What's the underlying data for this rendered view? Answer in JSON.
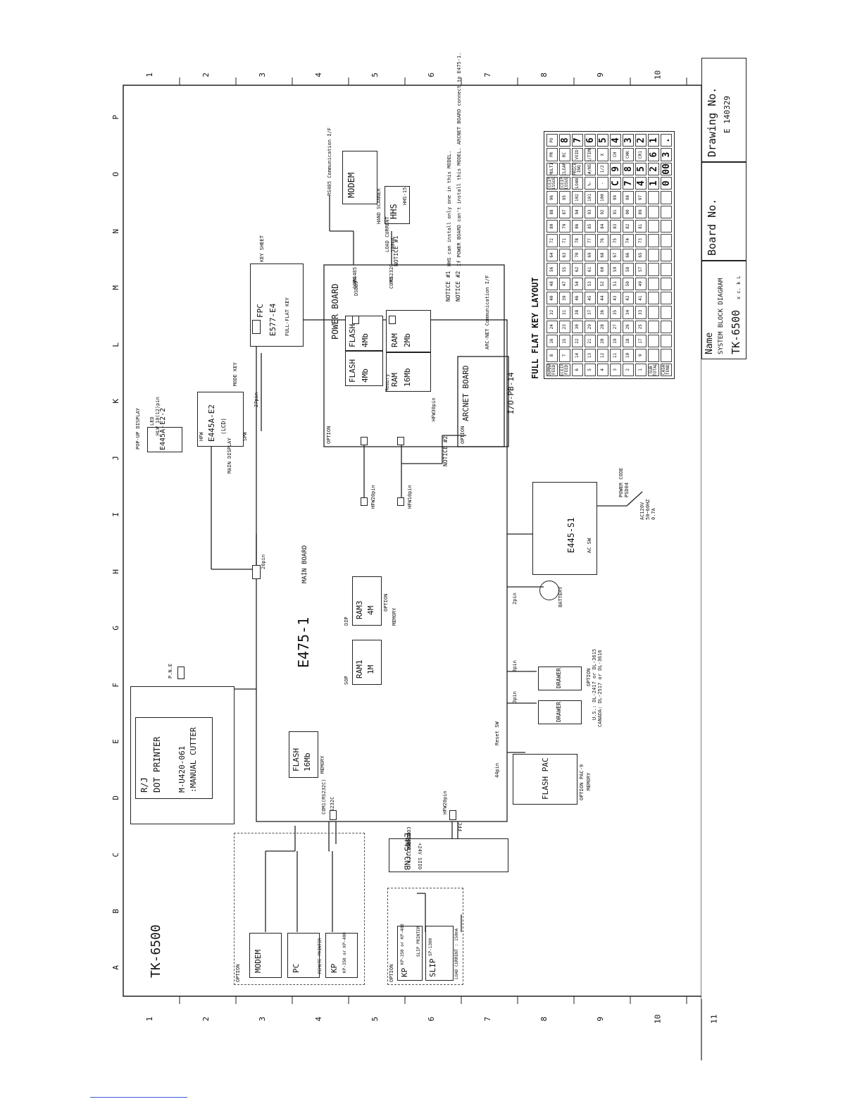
{
  "title_block": {
    "model": "TK-6500",
    "drawing_no_label": "Drawing No.",
    "drawing_no": "E 140329",
    "board_no_label": "Board No.",
    "name_label": "Name",
    "name_value": "SYSTEM BLOCK DIAGRAM",
    "name_model": "TK-6500",
    "name_suffix": "x c. k L"
  },
  "grid": {
    "columns": [
      "1",
      "2",
      "3",
      "4",
      "5",
      "6",
      "7",
      "8",
      "9",
      "10",
      "11"
    ],
    "rows": [
      "A",
      "B",
      "C",
      "D",
      "E",
      "F",
      "G",
      "H",
      "I",
      "J",
      "K",
      "L",
      "M",
      "N",
      "O",
      "P"
    ]
  },
  "notes": {
    "n1_label": "NOTICE #1",
    "n1_text": "HHS can install only one in this MODEL.",
    "n2_label": "NOTICE #2",
    "n2_text": "If POWER BOARD can't install this MODEL. ARCNET BOARD connect to E475-1."
  },
  "blocks": {
    "main_board": "E475-1",
    "main_board_sub": "MAIN BOARD",
    "power_board": "POWER BOARD",
    "arcnet_board": "ARCNET BOARD",
    "arcnet_sub": "I/O-PB-14",
    "fpc": "FPC",
    "fpc_sub": "E577-E4",
    "fpc_note": "FULL-FLAT KEY",
    "key_sheet": "KEY SHEET",
    "e445a_e2": "E445A-E2",
    "e445a_e2_lcd": "(LCD)",
    "e445a_e2_2": "E445A-E2-2",
    "led": "LED",
    "popup_display": "POP-UP DISPLAY",
    "main_display": "MAIN DISPLAY",
    "mode_key": "MODE KEY",
    "dot_printer_1": "R/J",
    "dot_printer_2": "DOT PRINTER",
    "dot_printer_3": "M-U420-061",
    "dot_printer_4": ":MANUAL CUTTER",
    "pne": "P.N.E",
    "e445_s1": "E445-S1",
    "ac_sw": "AC SW",
    "power_code": "POWER CODE",
    "power_code_2": "PSD04",
    "ac_spec": "AC120V",
    "ac_spec_2": "50~60HZ",
    "ac_spec_3": "0.7A",
    "battery": "BATTERY",
    "drawer": "DRAWER",
    "drawer_opt": "OPTION",
    "drawer_note_1": "U.S.: DL-2417 or DL-3615",
    "drawer_note_2": "CANADA: DL-2517 or DL-3616",
    "flash_pac": "FLASH PAC",
    "flash_pac_sub": "PAC-9",
    "flash_pac_opt": "OPTION",
    "flash_pac_mem": "MEMORY",
    "reset_sw": "Reset SW",
    "flash16": "FLASH",
    "flash16_size": "16Mb",
    "ram1": "RAM1",
    "ram1_size": "1M",
    "ram3": "RAM3",
    "ram3_size": "4M",
    "ram3_opt": "OPTION",
    "sop": "SOP",
    "dip": "DIP",
    "memory": "MEMORY",
    "flash_4mb": "FLASH",
    "flash_4mb_size": "4Mb",
    "ram_16": "RAM",
    "ram_16_size": "16Mb",
    "ram_2": "RAM",
    "ram_2_size": "2Mb",
    "memory_mixed": "Memory",
    "e445_cnb": "E445-CNB",
    "cnb_sub": "DSUB9",
    "cnb_com": "COM2(RS232C)",
    "cnb_24v": "+24V SIIO",
    "modem_top": "MODEM",
    "rs485_if": "RS485 Communication I/F",
    "hhs": "HHS",
    "hhs_sub": "HHS-15",
    "hand_scanner": "HAND SCANNER",
    "load_current": "LOAD CURRENT",
    "load_current_val": "100mA",
    "arcnet_if": "ARC-NET Communication I/F",
    "option": "OPTION",
    "modem_b": "MODEM",
    "pc_b": "PC",
    "kp_b": "KP",
    "kp_b_model": "KP-350 or KP-400",
    "remote_printer": "REMOTE PRINTER",
    "kp_c": "KP",
    "kp_c_model": "KP-350 or KP-400",
    "slip": "SLIP",
    "slip_printer": "SLIP PRINTER",
    "slip_model": "SP-1300",
    "slip_load": "LOAD CURRENT : 150mA",
    "rs232c": "RS232C",
    "dsub9": "DSUB9",
    "com1": "COM1(RS232C)",
    "ffc": "FFC",
    "hfw20": "HFW20pin",
    "pin26": "26pin",
    "pin27": "27pin",
    "pin3": "3pin",
    "pin3_b": "3pin",
    "pin2": "2pin",
    "pin44": "44pin",
    "hfw20_b": "HFW20pin",
    "hfw10": "HFW10pin",
    "hfw30": "HFW30pin",
    "hlw": "HLW 10(12)pin",
    "spw": "SPW",
    "hfw": "HFW",
    "conn_2pin": "2pin",
    "rs485_com": "RS485",
    "rs232c_com": "RS232C",
    "com4": "COM4",
    "com3": "COM3",
    "dsub9_b": "DSUB9",
    "ramp_opt": "OPTION"
  },
  "keyboard": {
    "title": "FULL FLAT KEY LAYOUT",
    "rows": [
      [
        "JOURNAL FEED",
        "8",
        "16",
        "24",
        "32",
        "40",
        "48",
        "56",
        "64",
        "72",
        "80",
        "88",
        "96",
        "RECEIPT ISSUE",
        "MULTI",
        "PR",
        "PO"
      ],
      [
        "RECEIPT FEED",
        "7",
        "15",
        "23",
        "31",
        "39",
        "47",
        "55",
        "63",
        "71",
        "79",
        "87",
        "95",
        "RECEIPT ISSUE",
        "CLEAR",
        "RC",
        "8"
      ],
      [
        "6",
        "14",
        "22",
        "30",
        "38",
        "46",
        "54",
        "62",
        "70",
        "78",
        "86",
        "94",
        "102",
        "LOAN",
        "PRICE INQ",
        "VOID",
        "7"
      ],
      [
        "5",
        "13",
        "21",
        "29",
        "37",
        "45",
        "53",
        "61",
        "69",
        "77",
        "85",
        "93",
        "101",
        "%-",
        "#/NS",
        "X/TIME",
        "6"
      ],
      [
        "4",
        "12",
        "20",
        "28",
        "36",
        "44",
        "52",
        "60",
        "68",
        "76",
        "84",
        "92",
        "100",
        "-",
        "1/2",
        "X",
        "5"
      ],
      [
        "3",
        "11",
        "19",
        "27",
        "35",
        "43",
        "51",
        "59",
        "67",
        "75",
        "83",
        "91",
        "99",
        "C",
        "9",
        "CH",
        "4"
      ],
      [
        "2",
        "10",
        "18",
        "26",
        "34",
        "42",
        "50",
        "58",
        "66",
        "74",
        "82",
        "90",
        "98",
        "7",
        "8",
        "CHK",
        "3"
      ],
      [
        "1",
        "9",
        "17",
        "25",
        "33",
        "41",
        "49",
        "57",
        "65",
        "73",
        "81",
        "89",
        "97",
        "4",
        "5",
        "CR1",
        "2"
      ],
      [
        "SUB TOTAL",
        "",
        "",
        "",
        "",
        "",
        "",
        "",
        "",
        "",
        "",
        "",
        "",
        "1",
        "2",
        "6",
        "1"
      ],
      [
        "CASH TEND",
        "",
        "",
        "",
        "",
        "",
        "",
        "",
        "",
        "",
        "",
        "",
        "",
        "0",
        "00",
        "3",
        "."
      ]
    ],
    "big_keys": [
      "C",
      "7",
      "8",
      "9",
      "4",
      "5",
      "6",
      "1",
      "2",
      "3",
      "0",
      "00",
      "."
    ]
  },
  "footer": {
    "link_visible": true
  }
}
